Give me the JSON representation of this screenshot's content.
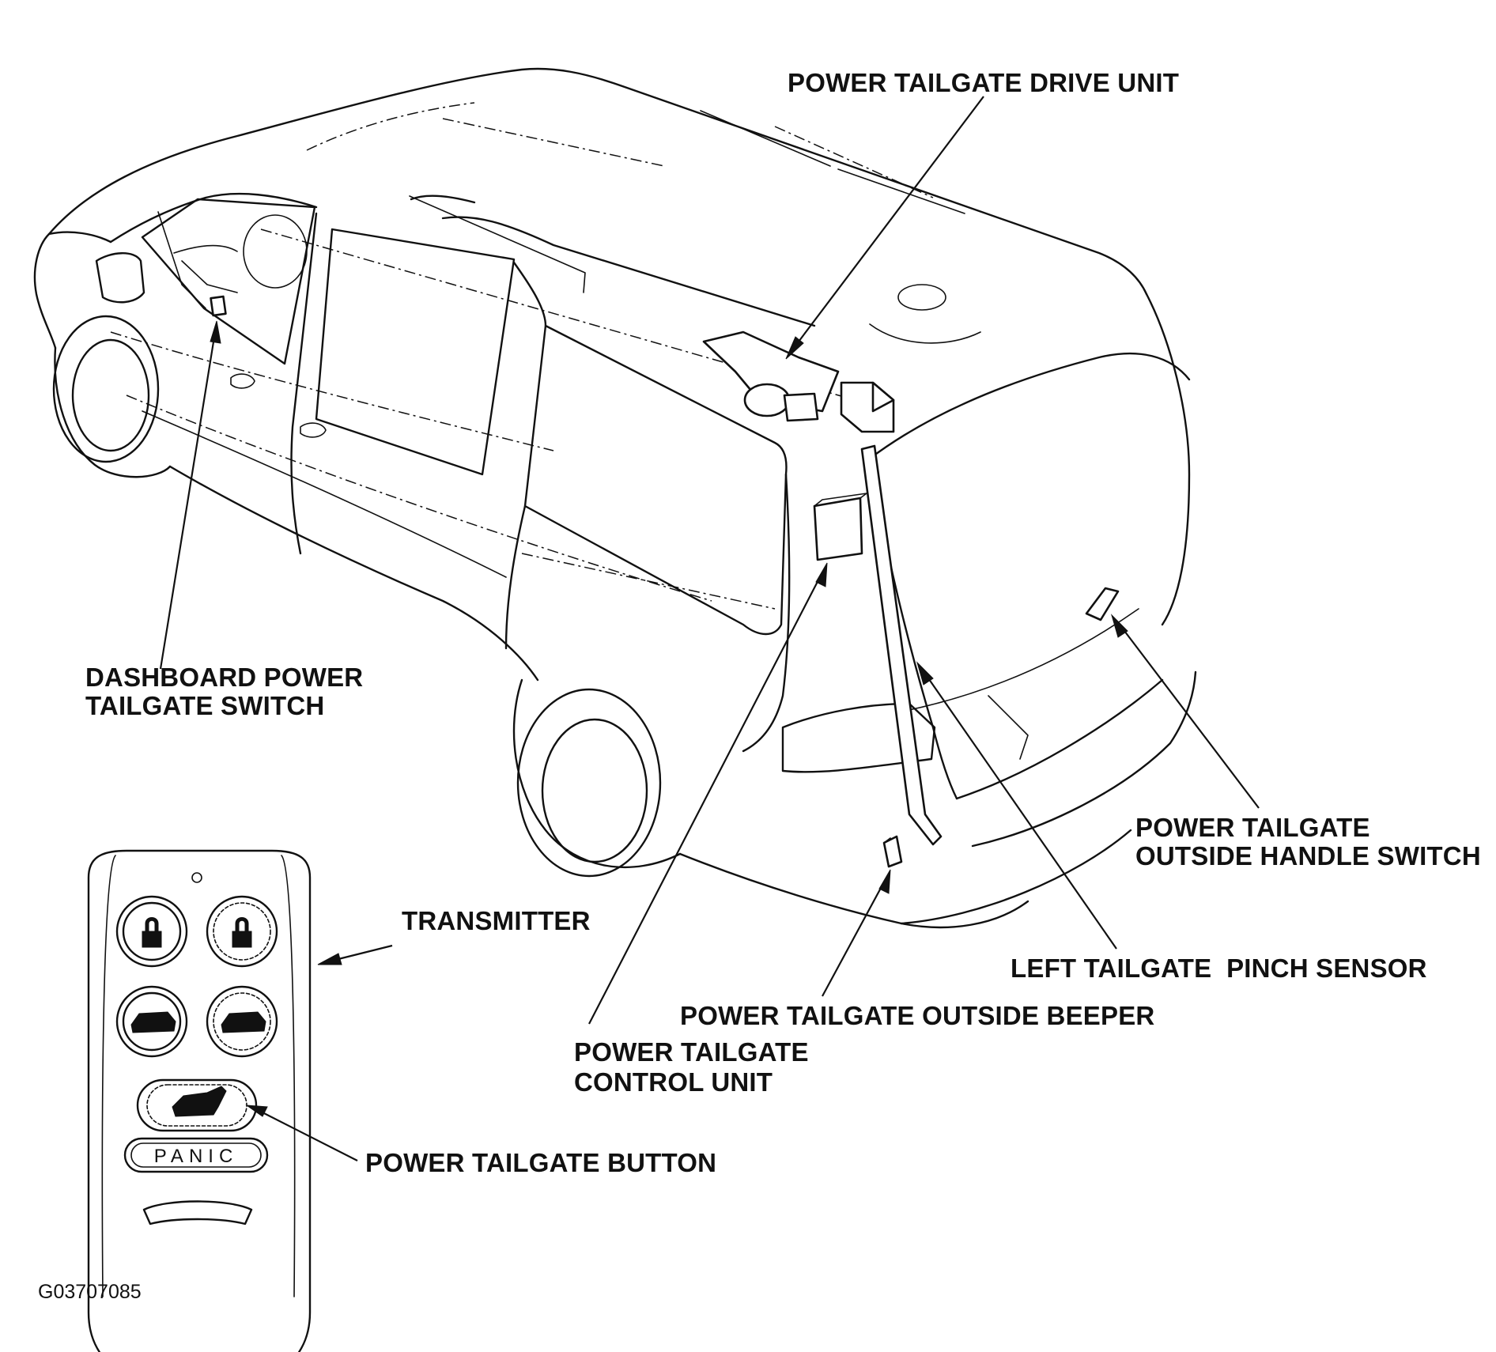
{
  "figure_id": "G03707085",
  "callouts": {
    "drive_unit": "POWER TAILGATE DRIVE UNIT",
    "dashboard_switch_line1": "DASHBOARD POWER",
    "dashboard_switch_line2": "TAILGATE SWITCH",
    "outside_handle_switch_line1": "POWER TAILGATE",
    "outside_handle_switch_line2": "OUTSIDE HANDLE SWITCH",
    "transmitter": "TRANSMITTER",
    "pinch_sensor": "LEFT TAILGATE  PINCH SENSOR",
    "outside_beeper": "POWER TAILGATE OUTSIDE BEEPER",
    "control_unit_line1": "POWER TAILGATE",
    "control_unit_line2": "CONTROL UNIT",
    "tailgate_button": "POWER TAILGATE BUTTON"
  },
  "transmitter": {
    "panic_label": "PANIC",
    "buttons": [
      "lock-icon",
      "unlock-icon",
      "slide-door-left-icon",
      "slide-door-right-icon",
      "tailgate-icon"
    ]
  }
}
